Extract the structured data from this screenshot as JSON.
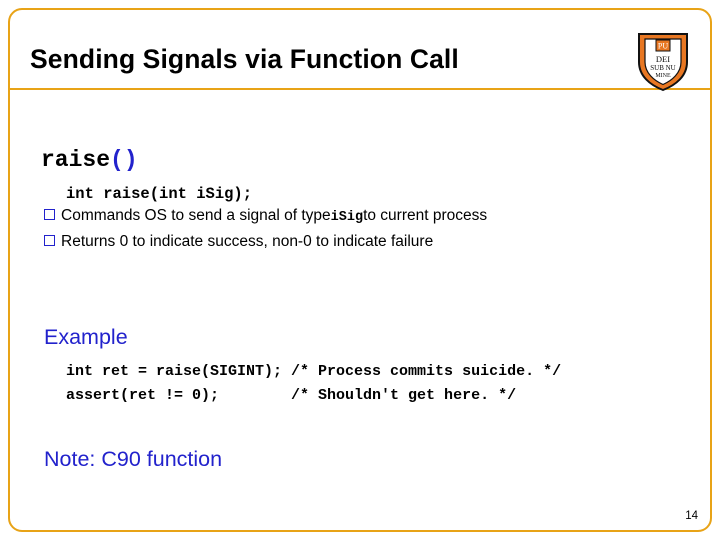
{
  "slide": {
    "title": "Sending Signals via Function Call",
    "page_number": "14",
    "logo_alt": "princeton-shield-logo",
    "heading": {
      "name": "raise",
      "parens": "()"
    },
    "signature": "int raise(int iSig);",
    "bullets": [
      {
        "pre": "Commands OS to send a signal of type ",
        "mono": "iSig",
        "post": " to current process"
      },
      {
        "pre": "Returns 0 to indicate success, non-0 to indicate failure",
        "mono": "",
        "post": ""
      }
    ],
    "example_heading": "Example",
    "example_code": "int ret = raise(SIGINT); /* Process commits suicide. */\nassert(ret != 0);        /* Shouldn't get here. */",
    "note": "Note:  C90 function"
  },
  "colors": {
    "frame": "#E8A317",
    "accent_blue": "#2222CC",
    "text": "#000000",
    "background": "#FFFFFF",
    "shield_orange": "#E87722"
  }
}
